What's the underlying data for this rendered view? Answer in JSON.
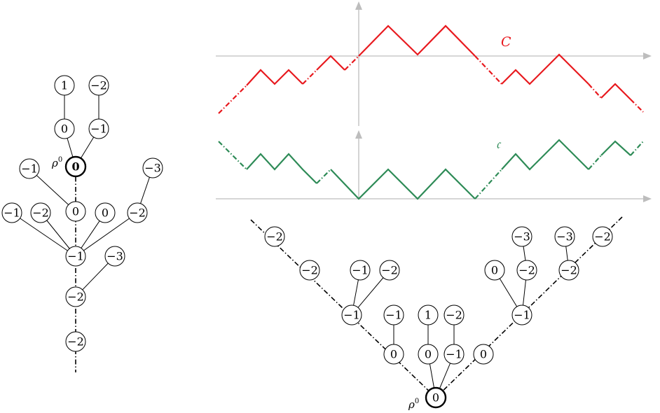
{
  "colors": {
    "top_path": "#e8191e",
    "bottom_path": "#2e8b57",
    "axis": "#bdbdbd",
    "node_stroke": "#000000"
  },
  "root_label": "ρ",
  "root_superscript": "0",
  "left_tree": {
    "root_value": "0",
    "nodes": [
      {
        "id": "L1",
        "value": "1"
      },
      {
        "id": "L2",
        "value": "−2"
      },
      {
        "id": "L3",
        "value": "0"
      },
      {
        "id": "L4",
        "value": "−1"
      },
      {
        "id": "L5",
        "value": "−1"
      },
      {
        "id": "L6",
        "value": "−3"
      },
      {
        "id": "L7",
        "value": "0"
      },
      {
        "id": "L8",
        "value": "0"
      },
      {
        "id": "L9",
        "value": "−2"
      },
      {
        "id": "L10",
        "value": "−1"
      },
      {
        "id": "L11",
        "value": "−2"
      },
      {
        "id": "L12",
        "value": "−1"
      },
      {
        "id": "L13",
        "value": "−3"
      },
      {
        "id": "L14",
        "value": "−2"
      },
      {
        "id": "L15",
        "value": "−2"
      }
    ]
  },
  "right_tree": {
    "root_value": "0",
    "nodes": [
      {
        "id": "R1",
        "value": "−2"
      },
      {
        "id": "R2",
        "value": "−2"
      },
      {
        "id": "R3",
        "value": "−1"
      },
      {
        "id": "R4",
        "value": "−2"
      },
      {
        "id": "R5",
        "value": "−1"
      },
      {
        "id": "R6",
        "value": "−1"
      },
      {
        "id": "R7",
        "value": "0"
      },
      {
        "id": "R8",
        "value": "1"
      },
      {
        "id": "R9",
        "value": "0"
      },
      {
        "id": "R10",
        "value": "−2"
      },
      {
        "id": "R11",
        "value": "−1"
      },
      {
        "id": "R12",
        "value": "0"
      },
      {
        "id": "R13",
        "value": "−3"
      },
      {
        "id": "R14",
        "value": "0"
      },
      {
        "id": "R15",
        "value": "−2"
      },
      {
        "id": "R16",
        "value": "−3"
      },
      {
        "id": "R17",
        "value": "−2"
      },
      {
        "id": "R18",
        "value": "−2"
      },
      {
        "id": "R19",
        "value": "−1"
      }
    ]
  },
  "top_path": {
    "label": "C"
  },
  "bottom_path": {
    "label": "𝔠"
  }
}
